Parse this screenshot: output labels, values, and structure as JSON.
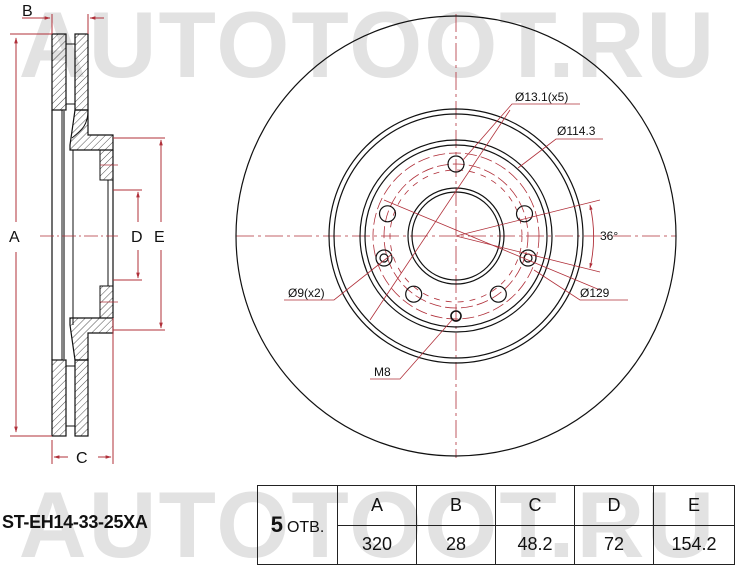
{
  "watermark": "AUTOTOOT.RU",
  "part_number": "ST-EH14-33-25XA",
  "side_view": {
    "dimension_labels": [
      "A",
      "B",
      "C",
      "D",
      "E"
    ]
  },
  "front_view": {
    "callouts": {
      "bolt_hole": "Ø13.1(x5)",
      "pcd": "Ø114.3",
      "angle": "36°",
      "pilot_holes": "Ø9(x2)",
      "hat_diameter": "Ø129",
      "thread": "M8"
    }
  },
  "specs_table": {
    "holes_count": "5",
    "holes_label": "ОТВ.",
    "columns": [
      "A",
      "B",
      "C",
      "D",
      "E"
    ],
    "values": [
      "320",
      "28",
      "48.2",
      "72",
      "154.2"
    ]
  },
  "colors": {
    "dimension_red": "#b0303a",
    "outline_black": "#111111",
    "watermark_gray": "#e2e2e2"
  }
}
